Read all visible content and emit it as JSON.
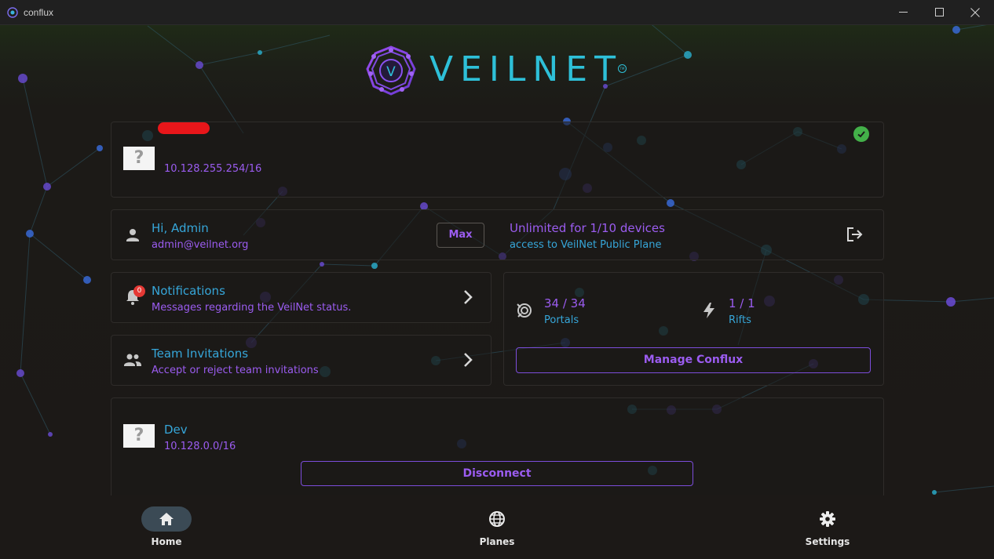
{
  "window": {
    "title": "conflux"
  },
  "brand": {
    "name": "VEILNET",
    "tm": "TM",
    "logo_letter": "V"
  },
  "plane_card": {
    "address": "10.128.255.254/16",
    "placeholder_icon": "?"
  },
  "user": {
    "greeting": "Hi, Admin",
    "email": "admin@veilnet.org",
    "plan_button": "Max",
    "plan_title": "Unlimited for 1/10 devices",
    "plan_subtitle": "access to VeilNet Public Plane"
  },
  "notifications": {
    "title": "Notifications",
    "subtitle": "Messages regarding the VeilNet status.",
    "badge": "0"
  },
  "team": {
    "title": "Team Invitations",
    "subtitle": "Accept or reject team invitations"
  },
  "stats": {
    "portals_value": "34 / 34",
    "portals_label": "Portals",
    "rifts_value": "1 / 1",
    "rifts_label": "Rifts",
    "manage_button": "Manage Conflux"
  },
  "connection": {
    "name": "Dev",
    "address": "10.128.0.0/16",
    "disconnect_button": "Disconnect",
    "placeholder_icon": "?"
  },
  "nav": {
    "home": "Home",
    "planes": "Planes",
    "settings": "Settings"
  },
  "colors": {
    "accent_blue": "#36a6d9",
    "accent_purple": "#9b5cf0",
    "success": "#43b049",
    "badge": "#e53935"
  }
}
